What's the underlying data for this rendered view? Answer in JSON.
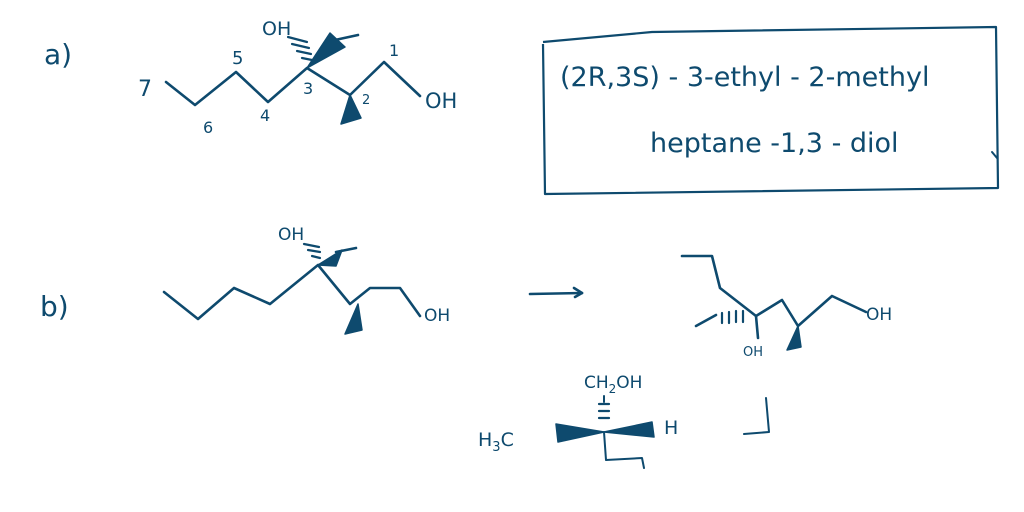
{
  "part_a": {
    "label": "a)",
    "oh_top": "OH",
    "oh_end": "OH",
    "numbers": [
      "1",
      "2",
      "3",
      "4",
      "5",
      "6",
      "7"
    ]
  },
  "answer_box": {
    "line1": "(2R,3S) - 3-ethyl - 2-methyl",
    "line2": "heptane -1,3 - diol"
  },
  "part_b": {
    "label": "b)",
    "left_oh_top": "OH",
    "left_oh_end": "OH",
    "right_oh_end": "OH",
    "right_oh_bottom": "OH"
  },
  "newman": {
    "top": "CH",
    "top_sub": "2",
    "top_tail": "OH",
    "left": "H",
    "left_sub": "3",
    "left_tail": "C",
    "right": "H"
  },
  "colors": {
    "ink": "#0e4a6e",
    "background": "#ffffff"
  }
}
